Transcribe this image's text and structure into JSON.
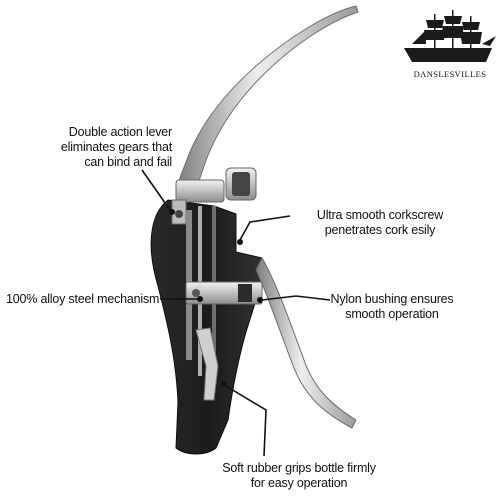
{
  "brand": {
    "name": "DANSLESVILLES",
    "logo_icon": "sailing-ship-icon"
  },
  "callouts": {
    "lever": [
      "Double action lever",
      "eliminates gears that",
      "can bind and fail"
    ],
    "steel": [
      "100% alloy steel mechanism"
    ],
    "corkscrew": [
      "Ultra smooth corkscrew",
      "penetrates cork esily"
    ],
    "bushing": [
      "Nylon bushing ensures",
      "smooth operation"
    ],
    "grips": [
      "Soft rubber grips bottle firmly",
      "for easy operation"
    ]
  },
  "colors": {
    "background": "#ffffff",
    "body": "#1e1e1e",
    "metal_light": "#e6e6e6",
    "metal_dark": "#8a8a8a",
    "leader_line": "#111111",
    "text": "#111111"
  }
}
